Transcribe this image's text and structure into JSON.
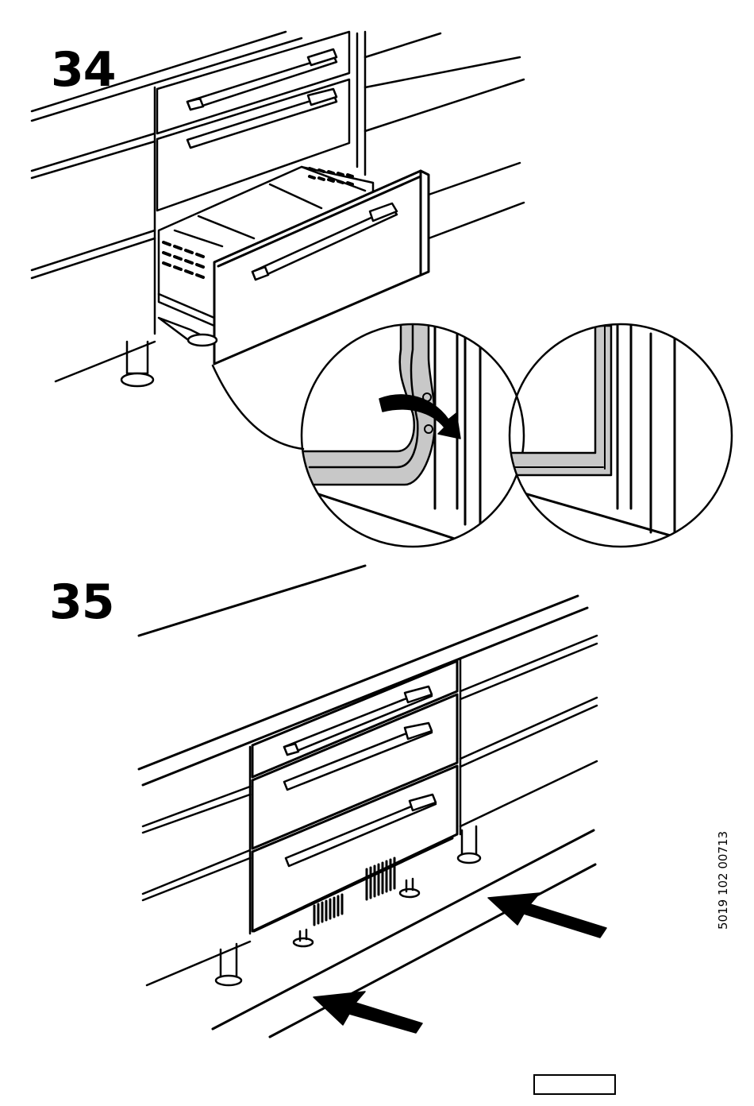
{
  "steps": [
    {
      "number": "34"
    },
    {
      "number": "35"
    }
  ],
  "document_code": "5019 102 00713",
  "colors": {
    "ink": "#000000",
    "paper": "#ffffff",
    "gasket": "#c8c8c8",
    "vent": "#000000"
  }
}
